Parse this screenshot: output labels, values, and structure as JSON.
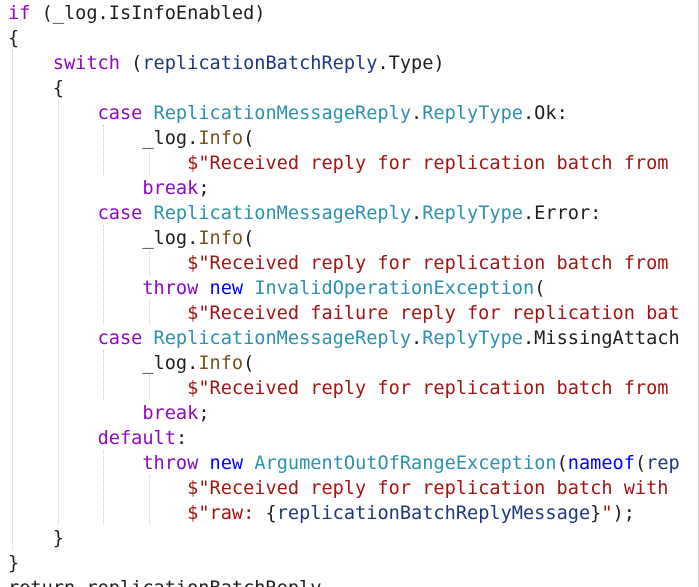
{
  "code": {
    "lines": [
      [
        {
          "t": "if",
          "c": "ctl"
        },
        {
          "t": " (_log.IsInfoEnabled)",
          "c": "txt"
        }
      ],
      [
        {
          "t": "{",
          "c": "txt"
        }
      ],
      [
        {
          "t": "    ",
          "c": "txt"
        },
        {
          "t": "switch",
          "c": "ctl"
        },
        {
          "t": " (",
          "c": "txt"
        },
        {
          "t": "replicationBatchReply",
          "c": "id"
        },
        {
          "t": ".Type)",
          "c": "txt"
        }
      ],
      [
        {
          "t": "    {",
          "c": "txt"
        }
      ],
      [
        {
          "t": "        ",
          "c": "txt"
        },
        {
          "t": "case",
          "c": "ctl"
        },
        {
          "t": " ",
          "c": "txt"
        },
        {
          "t": "ReplicationMessageReply",
          "c": "ty"
        },
        {
          "t": ".",
          "c": "txt"
        },
        {
          "t": "ReplyType",
          "c": "ty"
        },
        {
          "t": ".Ok:",
          "c": "txt"
        }
      ],
      [
        {
          "t": "            _log.",
          "c": "txt"
        },
        {
          "t": "Info",
          "c": "mth"
        },
        {
          "t": "(",
          "c": "txt"
        }
      ],
      [
        {
          "t": "                ",
          "c": "txt"
        },
        {
          "t": "$\"Received reply for replication batch from",
          "c": "str"
        }
      ],
      [
        {
          "t": "            ",
          "c": "txt"
        },
        {
          "t": "break",
          "c": "ctl"
        },
        {
          "t": ";",
          "c": "txt"
        }
      ],
      [
        {
          "t": "        ",
          "c": "txt"
        },
        {
          "t": "case",
          "c": "ctl"
        },
        {
          "t": " ",
          "c": "txt"
        },
        {
          "t": "ReplicationMessageReply",
          "c": "ty"
        },
        {
          "t": ".",
          "c": "txt"
        },
        {
          "t": "ReplyType",
          "c": "ty"
        },
        {
          "t": ".Error:",
          "c": "txt"
        }
      ],
      [
        {
          "t": "            _log.",
          "c": "txt"
        },
        {
          "t": "Info",
          "c": "mth"
        },
        {
          "t": "(",
          "c": "txt"
        }
      ],
      [
        {
          "t": "                ",
          "c": "txt"
        },
        {
          "t": "$\"Received reply for replication batch from",
          "c": "str"
        }
      ],
      [
        {
          "t": "            ",
          "c": "txt"
        },
        {
          "t": "throw",
          "c": "ctl"
        },
        {
          "t": " ",
          "c": "txt"
        },
        {
          "t": "new",
          "c": "kw"
        },
        {
          "t": " ",
          "c": "txt"
        },
        {
          "t": "InvalidOperationException",
          "c": "ty"
        },
        {
          "t": "(",
          "c": "txt"
        }
      ],
      [
        {
          "t": "                ",
          "c": "txt"
        },
        {
          "t": "$\"Received failure reply for replication bat",
          "c": "str"
        }
      ],
      [
        {
          "t": "        ",
          "c": "txt"
        },
        {
          "t": "case",
          "c": "ctl"
        },
        {
          "t": " ",
          "c": "txt"
        },
        {
          "t": "ReplicationMessageReply",
          "c": "ty"
        },
        {
          "t": ".",
          "c": "txt"
        },
        {
          "t": "ReplyType",
          "c": "ty"
        },
        {
          "t": ".MissingAttach",
          "c": "txt"
        }
      ],
      [
        {
          "t": "            _log.",
          "c": "txt"
        },
        {
          "t": "Info",
          "c": "mth"
        },
        {
          "t": "(",
          "c": "txt"
        }
      ],
      [
        {
          "t": "                ",
          "c": "txt"
        },
        {
          "t": "$\"Received reply for replication batch from",
          "c": "str"
        }
      ],
      [
        {
          "t": "            ",
          "c": "txt"
        },
        {
          "t": "break",
          "c": "ctl"
        },
        {
          "t": ";",
          "c": "txt"
        }
      ],
      [
        {
          "t": "        ",
          "c": "txt"
        },
        {
          "t": "default",
          "c": "ctl"
        },
        {
          "t": ":",
          "c": "txt"
        }
      ],
      [
        {
          "t": "            ",
          "c": "txt"
        },
        {
          "t": "throw",
          "c": "ctl"
        },
        {
          "t": " ",
          "c": "txt"
        },
        {
          "t": "new",
          "c": "kw"
        },
        {
          "t": " ",
          "c": "txt"
        },
        {
          "t": "ArgumentOutOfRangeException",
          "c": "ty"
        },
        {
          "t": "(",
          "c": "txt"
        },
        {
          "t": "nameof",
          "c": "kw"
        },
        {
          "t": "(",
          "c": "txt"
        },
        {
          "t": "rep",
          "c": "id"
        }
      ],
      [
        {
          "t": "                ",
          "c": "txt"
        },
        {
          "t": "$\"Received reply for replication batch with",
          "c": "str"
        }
      ],
      [
        {
          "t": "                ",
          "c": "txt"
        },
        {
          "t": "$\"raw: ",
          "c": "str"
        },
        {
          "t": "{",
          "c": "txt"
        },
        {
          "t": "replicationBatchReplyMessage",
          "c": "id"
        },
        {
          "t": "}",
          "c": "txt"
        },
        {
          "t": "\"",
          "c": "str"
        },
        {
          "t": ");",
          "c": "txt"
        }
      ],
      [
        {
          "t": "    }",
          "c": "txt"
        }
      ],
      [
        {
          "t": "}",
          "c": "txt"
        }
      ],
      [
        {
          "t": "return replicationBatchReply",
          "c": "txt"
        }
      ]
    ]
  }
}
